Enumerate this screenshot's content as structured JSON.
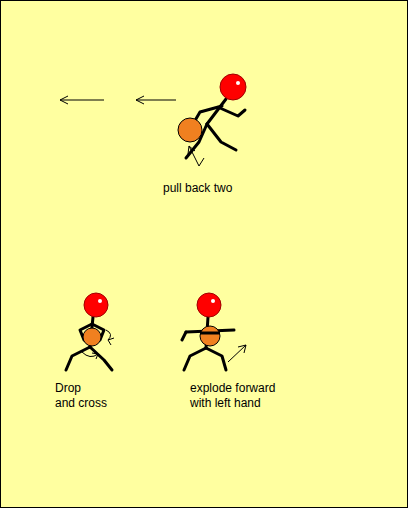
{
  "diagram": {
    "labels": [
      "pull back two",
      "Drop and cross",
      "explode forward with left hand"
    ]
  }
}
